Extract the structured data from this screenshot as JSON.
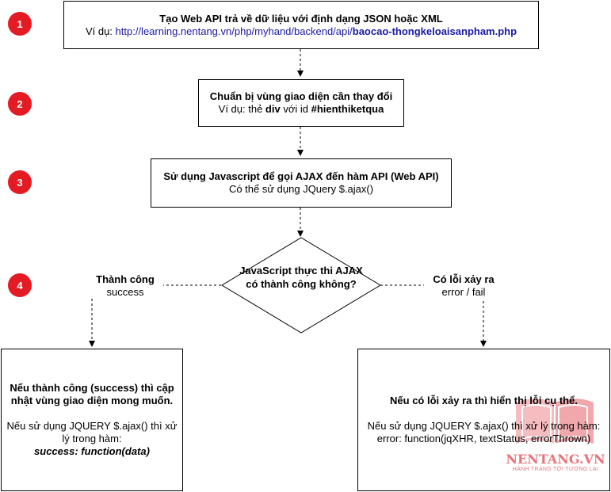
{
  "steps": [
    {
      "badge": "1"
    },
    {
      "badge": "2"
    },
    {
      "badge": "3"
    },
    {
      "badge": "4"
    }
  ],
  "box1": {
    "title": "Tạo Web API trả về dữ liệu với định dạng JSON hoặc XML",
    "example_prefix": "Ví dụ: ",
    "example_url": "http://learning.nentang.vn/php/myhand/backend/api/",
    "example_file": "baocao-thongkeloaisanpham.php"
  },
  "box2": {
    "title": "Chuẩn bị vùng giao diện cần thay đổi",
    "example_prefix": "Ví dụ: thẻ ",
    "example_tag": "div",
    "example_mid": " với id ",
    "example_id": "#hienthiketqua"
  },
  "box3": {
    "title": "Sử dụng Javascript để gọi AJAX đến hàm API (Web API)",
    "subtitle": "Có thể sử dụng JQuery $.ajax()"
  },
  "decision": {
    "text": "JavaScript thực thi AJAX có thành công không?"
  },
  "branch_left": {
    "title": "Thành công",
    "subtitle": "success"
  },
  "branch_right": {
    "title": "Có lỗi xảy ra",
    "subtitle": "error / fail"
  },
  "box_success": {
    "title": "Nếu thành công (success) thì cập nhật vùng giao diện mong muốn.",
    "note": "Nếu sử dụng JQUERY $.ajax() thì xử lý trong hàm:",
    "code": "success: function(data)"
  },
  "box_error": {
    "title": "Nếu có lỗi xảy ra thì hiển thị lỗi cụ thể.",
    "note": "Nếu sử dụng JQUERY $.ajax() thì xử lý trong hàm:",
    "code": "error: function(jqXHR, textStatus, errorThrown)"
  },
  "watermark": {
    "brand": "NENTANG.VN",
    "slogan": "HÀNH TRANG TỚI TƯƠNG LAI",
    "color": "#e8747a"
  },
  "colors": {
    "badge": "#e51b24",
    "link": "#1a1aa6"
  }
}
